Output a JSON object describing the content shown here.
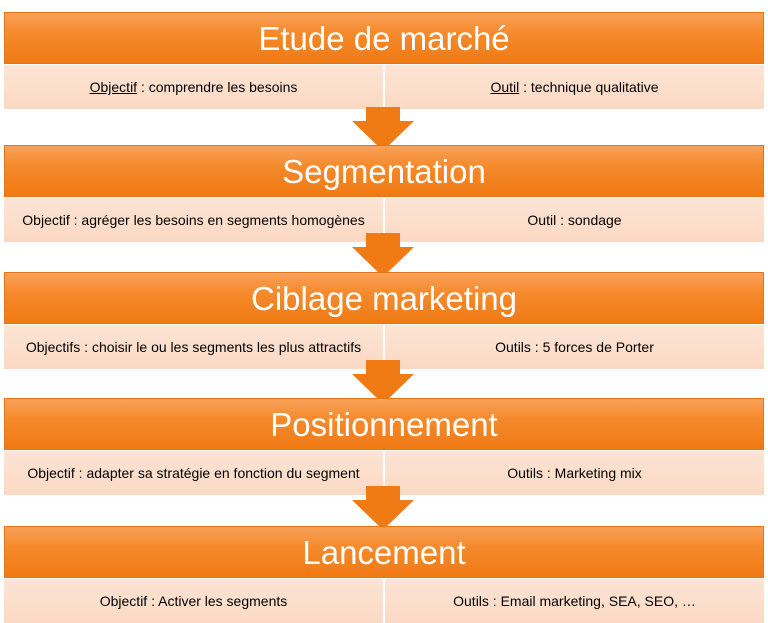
{
  "steps": [
    {
      "title": "Etude de marché",
      "objective": {
        "label": "Objectif",
        "text": " : comprendre les besoins"
      },
      "tool": {
        "label": "Outil",
        "text": " : technique qualitative"
      }
    },
    {
      "title": "Segmentation",
      "objective": {
        "label": "Objectif",
        "text": " : agréger les besoins en segments homogènes"
      },
      "tool": {
        "label": "Outil",
        "text": " : sondage"
      }
    },
    {
      "title": "Ciblage marketing",
      "objective": {
        "label": "Objectifs",
        "text": " : choisir le ou les segments les plus attractifs"
      },
      "tool": {
        "label": "Outils",
        "text": " : 5 forces de Porter"
      }
    },
    {
      "title": "Positionnement",
      "objective": {
        "label": "Objectif",
        "text": " : adapter sa stratégie en fonction du segment"
      },
      "tool": {
        "label": "Outils",
        "text": " : Marketing mix"
      }
    },
    {
      "title": "Lancement",
      "objective": {
        "label": "Objectif",
        "text": " : Activer les segments"
      },
      "tool": {
        "label": "Outils",
        "text": " : Email marketing, SEA, SEO, …"
      }
    }
  ],
  "colors": {
    "header": "#f58a2c",
    "cell": "#fbd9c4",
    "arrow": "#f07a14"
  }
}
